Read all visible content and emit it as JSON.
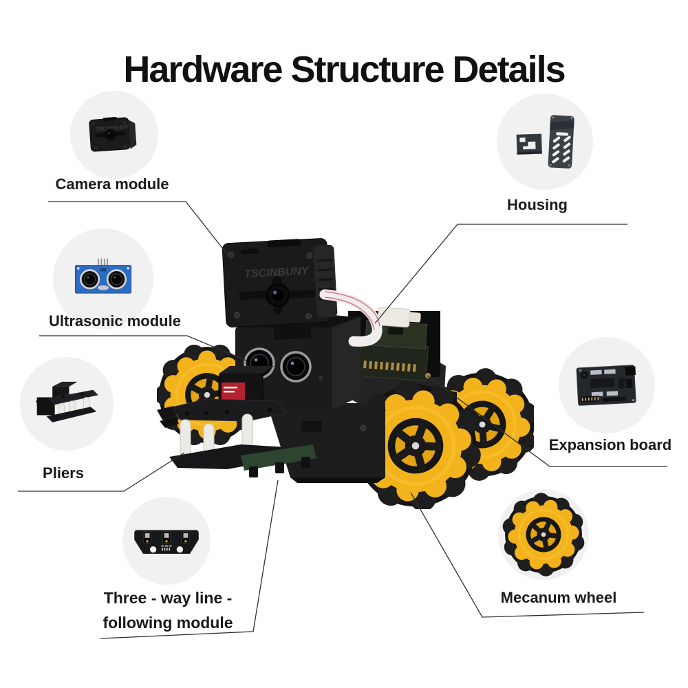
{
  "title": "Hardware Structure Details",
  "brand": "TSCINBUNY",
  "callouts": [
    {
      "id": "camera-module",
      "label": "Camera module",
      "icon": "camera-module-icon"
    },
    {
      "id": "housing",
      "label": "Housing",
      "icon": "housing-icon"
    },
    {
      "id": "ultrasonic-module",
      "label": "Ultrasonic module",
      "icon": "ultrasonic-module-icon"
    },
    {
      "id": "expansion-board",
      "label": "Expansion board",
      "icon": "expansion-board-icon"
    },
    {
      "id": "pliers",
      "label": "Pliers",
      "icon": "pliers-icon"
    },
    {
      "id": "mecanum-wheel",
      "label": "Mecanum wheel",
      "icon": "mecanum-wheel-icon"
    },
    {
      "id": "line-following-module",
      "label_lines": [
        "Three - way line -",
        "following module"
      ],
      "icon": "line-following-module-icon"
    }
  ],
  "colors": {
    "background": "#FFFFFF",
    "text": "#1A1A1A",
    "leader_line": "#2E2E2E",
    "bubble_background": "#F1F1F1",
    "wheel_yellow": "#F2B31C",
    "ultrasonic_pcb_blue": "#2E6CC2"
  }
}
